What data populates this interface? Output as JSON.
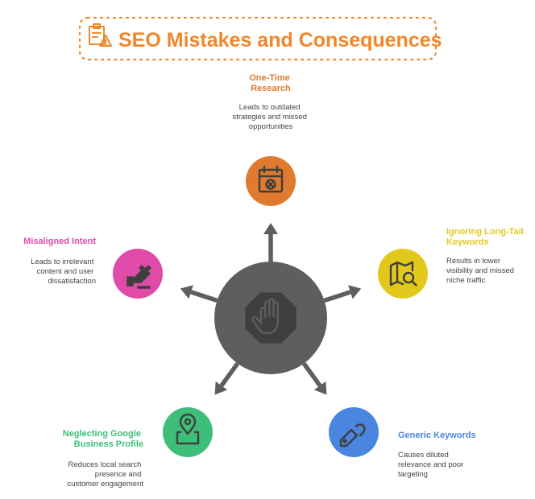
{
  "title": "SEO Mistakes and Consequences",
  "colors": {
    "title": "#F0872D",
    "hub": "#5E5E5E",
    "hub_inner": "#3F3F3F",
    "orange": "#E07A2E",
    "yellow": "#E3C81C",
    "blue": "#4A86E0",
    "green": "#3DBE79",
    "pink": "#E04BA9",
    "text": "#444444"
  },
  "center": {
    "icon": "stop-hand-icon"
  },
  "nodes": [
    {
      "title": [
        "One-Time",
        "Research"
      ],
      "description": [
        "Leads to outdated",
        "strategies and missed",
        "opportunities"
      ],
      "color": "#E07A2E",
      "icon": "calendar-x-icon"
    },
    {
      "title": [
        "Ignoring Long-Tail",
        "Keywords"
      ],
      "description": [
        "Results in lower",
        "visibility and missed",
        "niche traffic"
      ],
      "color": "#E3C81C",
      "icon": "map-search-icon"
    },
    {
      "title": [
        "Generic Keywords"
      ],
      "description": [
        "Causes diluted",
        "relevance and poor",
        "targeting"
      ],
      "color": "#4A86E0",
      "icon": "tag-link-icon"
    },
    {
      "title": [
        "Neglecting Google",
        "Business Profile"
      ],
      "description": [
        "Reduces local search",
        "presence and",
        "customer engagement"
      ],
      "color": "#3DBE79",
      "icon": "map-pin-icon"
    },
    {
      "title": [
        "Misaligned Intent"
      ],
      "description": [
        "Leads to irrelevant",
        "content and user",
        "dissatisfaction"
      ],
      "color": "#E04BA9",
      "icon": "hand-pointer-icon"
    }
  ]
}
